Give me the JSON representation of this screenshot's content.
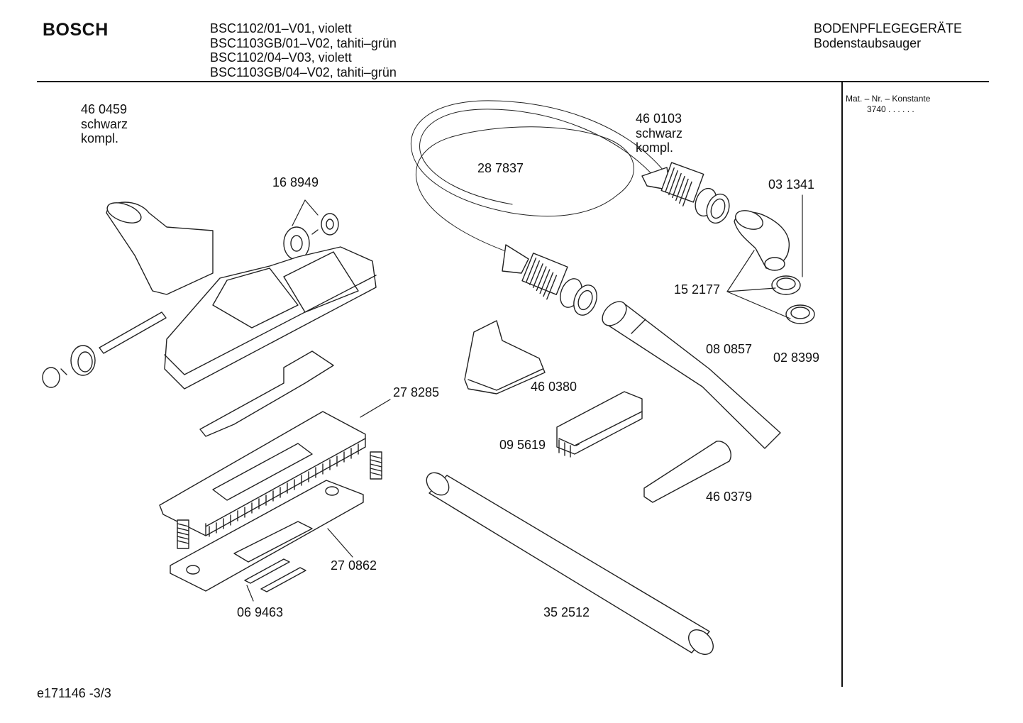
{
  "header": {
    "brand": "BOSCH",
    "models": [
      "BSC1102/01–V01, violett",
      "BSC1103GB/01–V02, tahiti–grün",
      "BSC1102/04–V03, violett",
      "BSC1103GB/04–V02, tahiti–grün"
    ],
    "category": "BODENPFLEGEGERÄTE",
    "subcategory": "Bodenstaubsauger"
  },
  "sidebar": {
    "label": "Mat. – Nr. – Konstante",
    "value": "3740  .   .     .   .   .   ."
  },
  "footer": {
    "doc_id": "e171146 -3/3"
  },
  "parts": [
    {
      "number": "46 0459",
      "note1": "schwarz",
      "note2": "kompl."
    },
    {
      "number": "16 8949"
    },
    {
      "number": "28 7837"
    },
    {
      "number": "46 0103",
      "note1": "schwarz",
      "note2": "kompl."
    },
    {
      "number": "03 1341"
    },
    {
      "number": "15 2177"
    },
    {
      "number": "08 0857"
    },
    {
      "number": "02 8399"
    },
    {
      "number": "46 0380"
    },
    {
      "number": "27 8285"
    },
    {
      "number": "09 5619"
    },
    {
      "number": "46 0379"
    },
    {
      "number": "27 0862"
    },
    {
      "number": "06 9463"
    },
    {
      "number": "35 2512"
    }
  ]
}
